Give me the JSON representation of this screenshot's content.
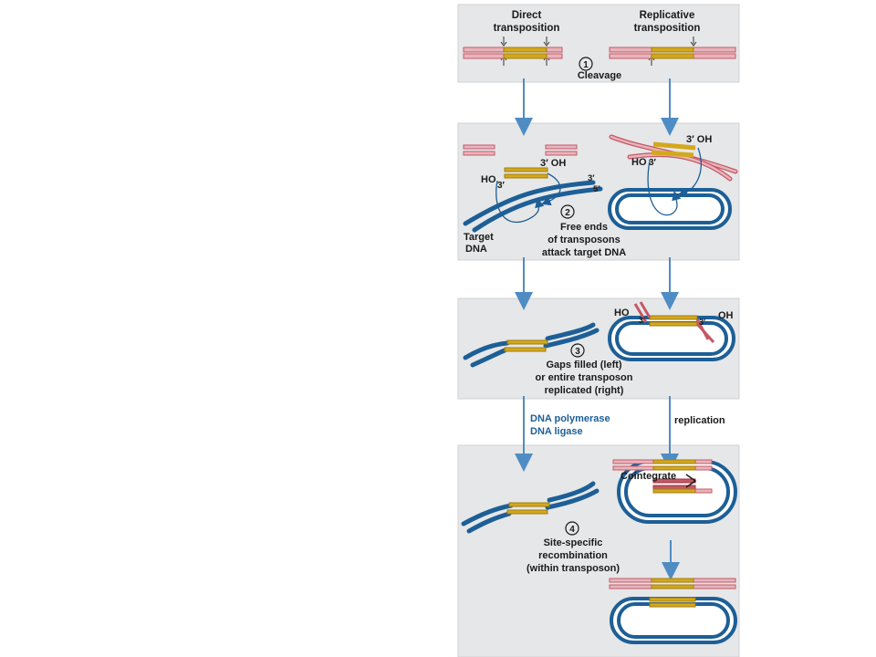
{
  "headers": {
    "direct_line1": "Direct",
    "direct_line2": "transposition",
    "replicative_line1": "Replicative",
    "replicative_line2": "transposition"
  },
  "step1": {
    "number": "1",
    "label": "Cleavage"
  },
  "step2": {
    "number": "2",
    "label_line1": "Free ends",
    "label_line2": "of transposons",
    "label_line3": "attack target DNA",
    "target_line1": "Target",
    "target_line2": "DNA",
    "left_oh": "3′ OH",
    "left_ho": "HO",
    "left_ho_3": "3′",
    "left_3prime": "3′",
    "left_5prime": "5′",
    "right_oh": "3′ OH",
    "right_ho": "HO",
    "right_ho_3": "3′"
  },
  "step3": {
    "number": "3",
    "label_line1": "Gaps filled (left)",
    "label_line2": "or entire transposon",
    "label_line3": "replicated (right)",
    "ho": "HO",
    "oh": "OH",
    "three_a": "3′",
    "three_b": "3′"
  },
  "between34": {
    "enzyme_line1": "DNA polymerase",
    "enzyme_line2": "DNA ligase",
    "replication": "replication"
  },
  "step4": {
    "number": "4",
    "cointegrate": "Cointegrate",
    "label_line1": "Site-specific",
    "label_line2": "recombination",
    "label_line3": "(within transposon)"
  },
  "colors": {
    "panel": "#e6e7e8",
    "panel_border": "#d0d1d3",
    "donor_red": "#c45866",
    "donor_pink": "#e8b4bc",
    "transposon_gold": "#d4a81c",
    "target_blue": "#1d5f96",
    "arrow_blue": "#4f8cc4",
    "circle_fill": "#ffffff"
  }
}
